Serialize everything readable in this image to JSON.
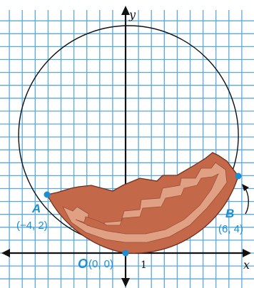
{
  "axes": {
    "x_label": "x",
    "y_label": "y"
  },
  "tick_label": "1",
  "points": {
    "A": {
      "letter": "A",
      "coord": "(−4, 2)"
    },
    "B": {
      "letter": "B",
      "coord": "(6, 4)"
    },
    "O": {
      "letter": "O",
      "coord": "(0, 0)"
    }
  },
  "colors": {
    "grid": "#5aa9dd",
    "point": "#1a8fd6",
    "shape_outer": "#c4684a",
    "shape_band": "#e0a083",
    "shape_stroke": "#6e2e1c"
  }
}
